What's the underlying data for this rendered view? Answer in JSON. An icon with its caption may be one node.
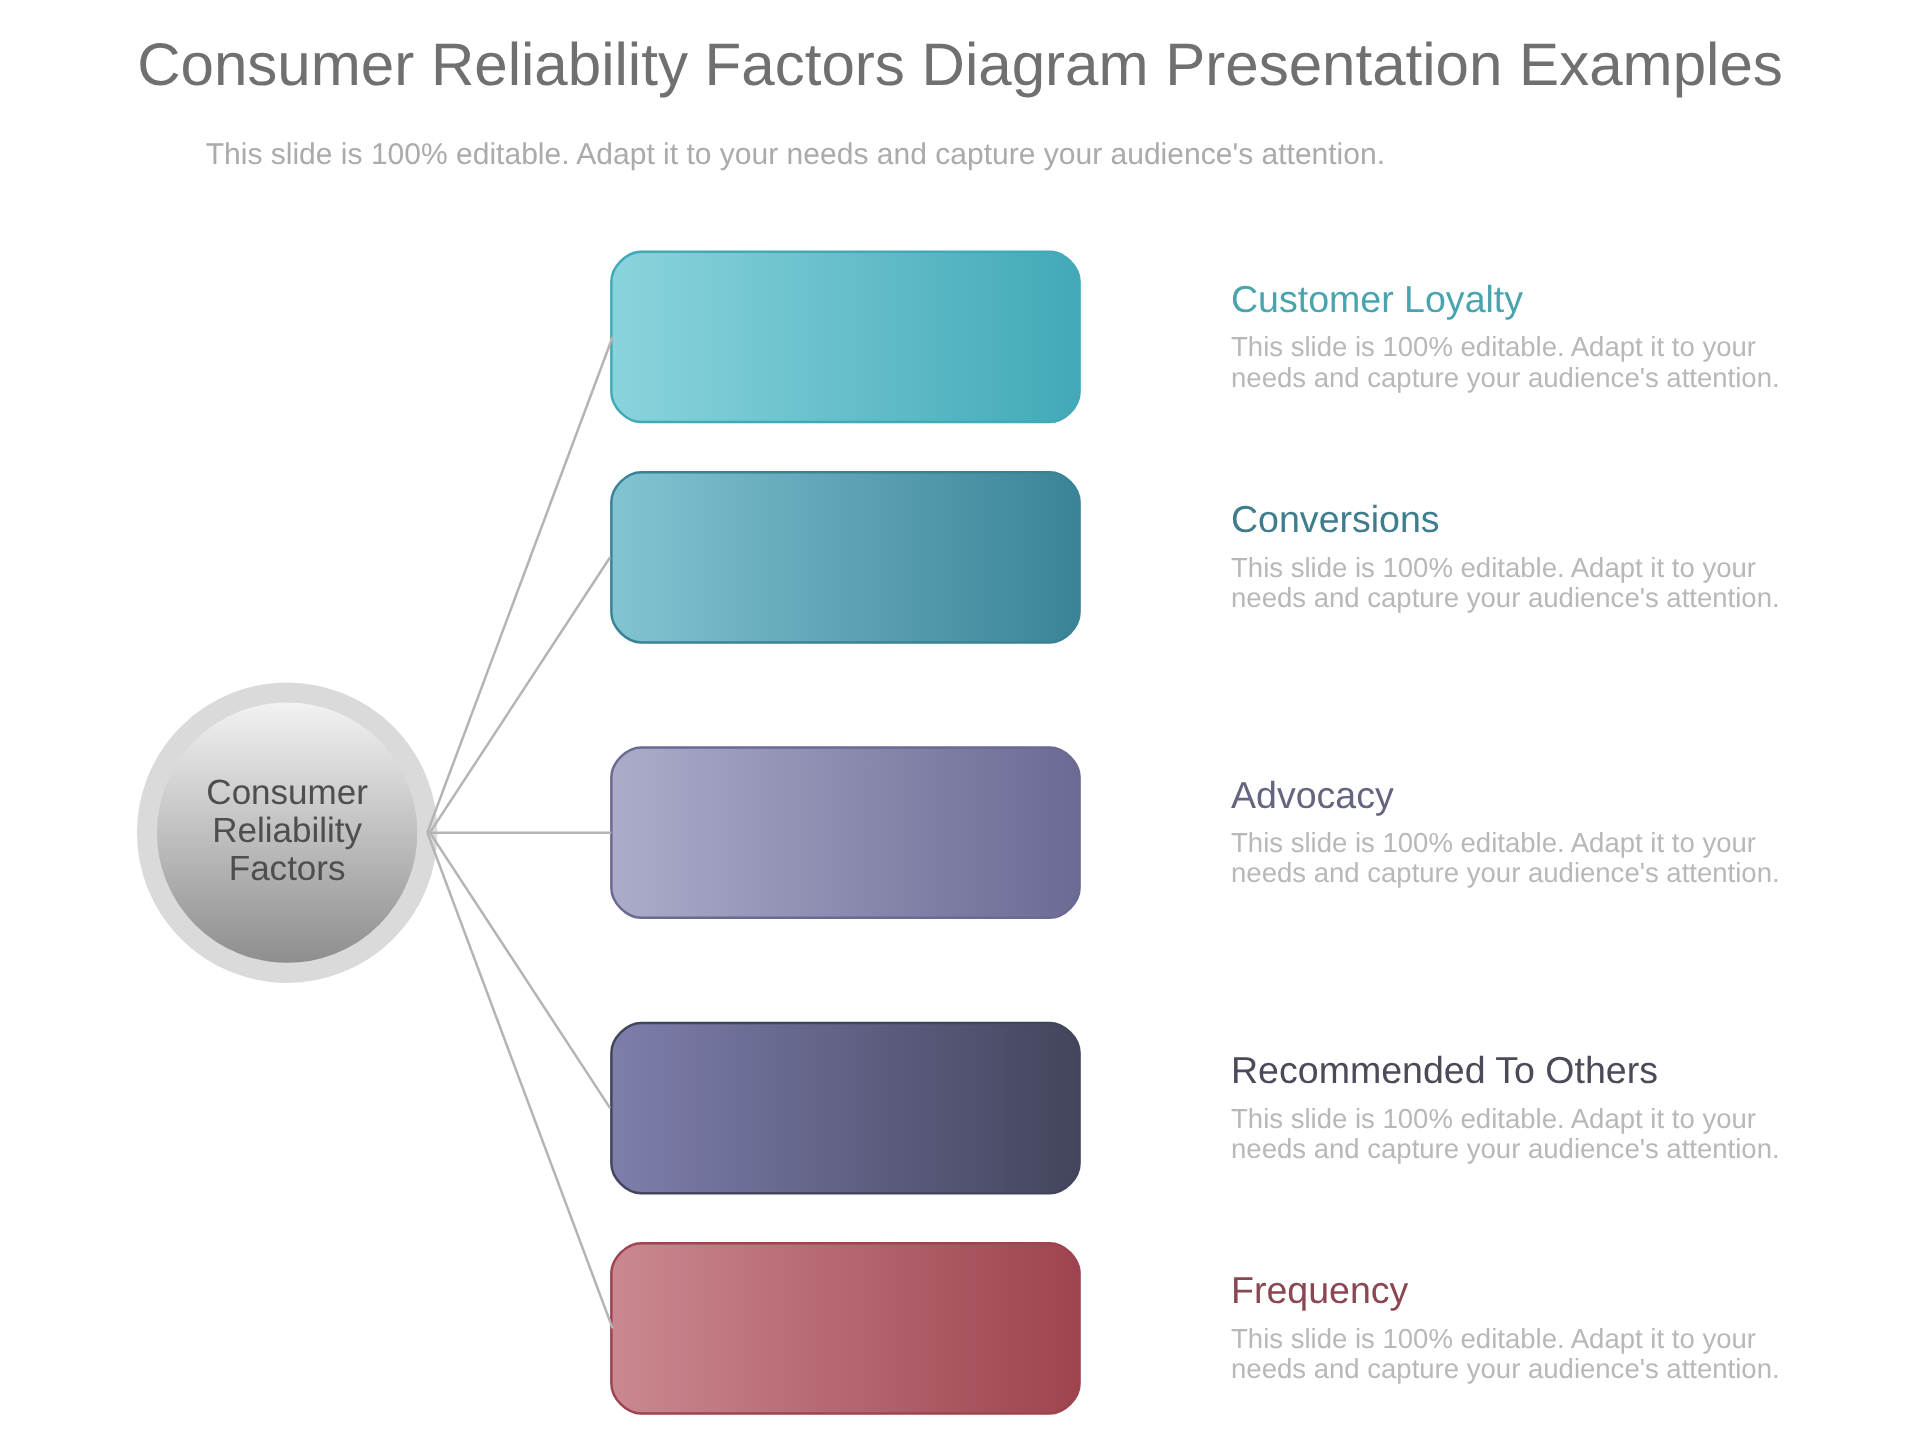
{
  "diagram": {
    "title": "Consumer Reliability Factors Diagram Presentation Examples",
    "nodes": [
      {
        "text": [
          "Consumer Reliability Factors"
        ]
      },
      {
        "text": [],
        "shape": "box",
        "beside": [
          "Customer Loyalty",
          "This slide is 100% editable. Adapt it to your needs and capture your audience's attention."
        ]
      },
      {
        "text": [],
        "shape": "box",
        "beside": [
          "Conversions",
          "This slide is 100% editable. Adapt it to your needs and capture your audience's attention."
        ]
      },
      {
        "text": [],
        "shape": "box",
        "beside": [
          "Advocacy",
          "This slide is 100% editable. Adapt it to your needs and capture your audience's attention."
        ]
      },
      {
        "text": [],
        "shape": "box",
        "beside": [
          "Recommended To Others",
          "This slide is 100% editable. Adapt it to your needs and capture your audience's attention."
        ]
      },
      {
        "text": [],
        "shape": "box",
        "beside": [
          "Frequency",
          "This slide is 100% editable. Adapt it to your needs and capture your audience's attention."
        ]
      }
    ],
    "edges": [
      {
        "from": 0,
        "to": 1,
        "arrow": "none"
      },
      {
        "from": 0,
        "to": 2,
        "arrow": "none"
      },
      {
        "from": 0,
        "to": 3,
        "arrow": "none"
      },
      {
        "from": 0,
        "to": 4,
        "arrow": "none"
      },
      {
        "from": 0,
        "to": 5,
        "arrow": "none"
      }
    ],
    "labels": [
      "This slide is 100% editable. Adapt it to your needs and capture your audience's attention."
    ]
  }
}
